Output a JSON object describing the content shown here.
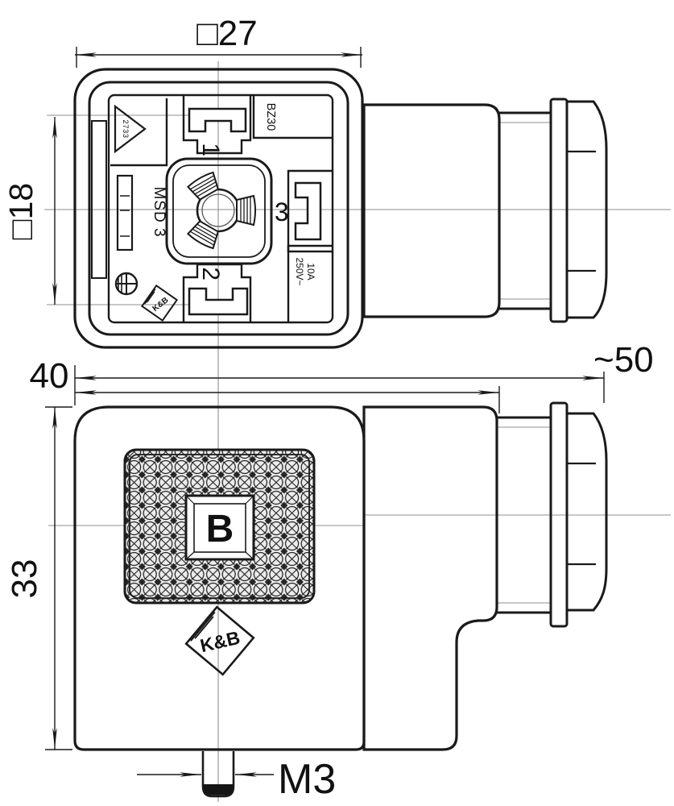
{
  "drawing": {
    "dimensions": {
      "outer_square": "□27",
      "inner_square": "□18",
      "depth": "40",
      "total_length": "~50",
      "height": "33"
    },
    "top_view": {
      "pin1": "1",
      "pin2": "2",
      "pin3": "3",
      "type_code": "BZ30",
      "series_marking": "MSD 3",
      "triangle_marking": "2733",
      "rating_current": "10A",
      "rating_voltage": "250V~",
      "brand_logo": "K&B"
    },
    "front_view": {
      "center_letter": "B",
      "brand_logo": "K&B",
      "thread_label": "M3"
    },
    "colors": {
      "line": "#1a1a1a",
      "centerline": "#8f8f8f",
      "background": "#ffffff",
      "knurl_dark": "#252525"
    }
  }
}
